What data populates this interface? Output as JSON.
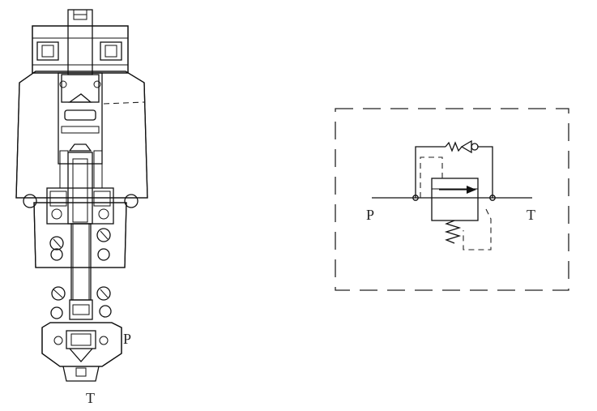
{
  "section_view": {
    "port_p_label": "P",
    "port_t_label": "T"
  },
  "symbol": {
    "port_p_label": "P",
    "port_t_label": "T"
  }
}
